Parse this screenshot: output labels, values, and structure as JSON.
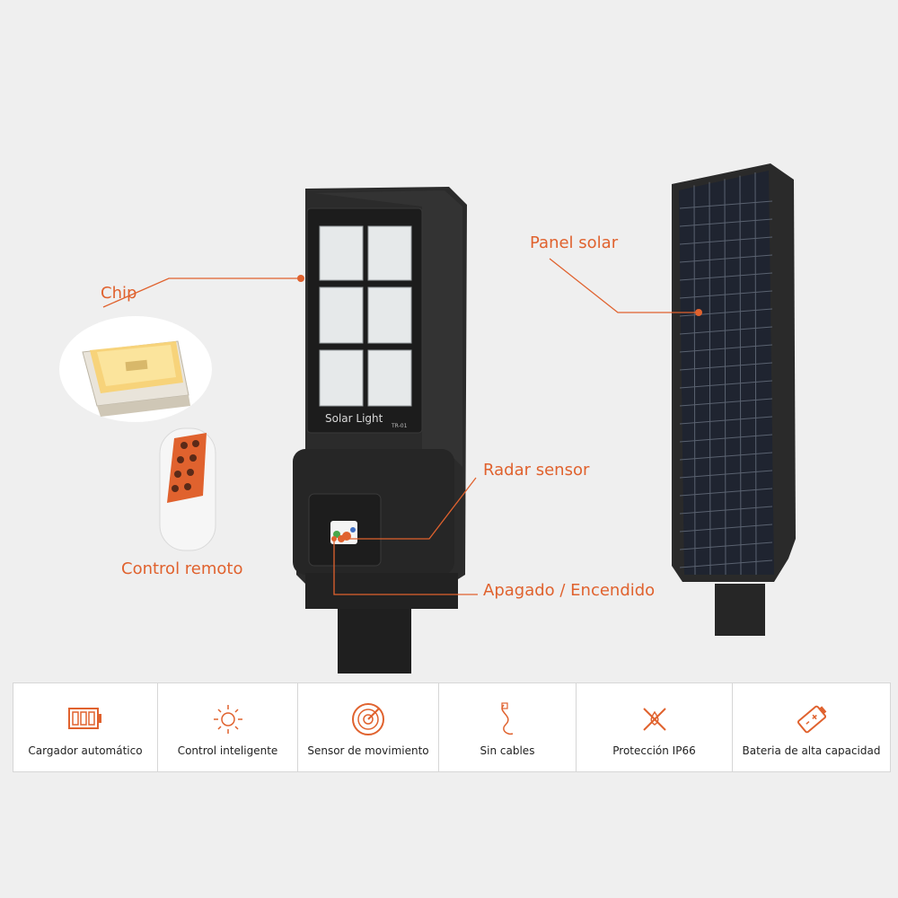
{
  "colors": {
    "accent": "#e0622e",
    "background": "#efefef",
    "lamp_body": "#2b2b2b"
  },
  "product": {
    "panel_text": "Solar  Light",
    "model_text": "TR-01"
  },
  "callouts": {
    "chip": "Chip",
    "remote": "Control remoto",
    "panel": "Panel solar",
    "radar": "Radar sensor",
    "power": "Apagado / Encendido"
  },
  "features": [
    {
      "label": "Cargador automático",
      "icon": "battery-charge-icon"
    },
    {
      "label": "Control inteligente",
      "icon": "sun-icon"
    },
    {
      "label": "Sensor de movimiento",
      "icon": "radar-icon"
    },
    {
      "label": "Sin cables",
      "icon": "cable-icon"
    },
    {
      "label": "Protección IP66",
      "icon": "ip66-shield-icon"
    },
    {
      "label": "Bateria de alta capacidad",
      "icon": "battery-icon"
    }
  ]
}
